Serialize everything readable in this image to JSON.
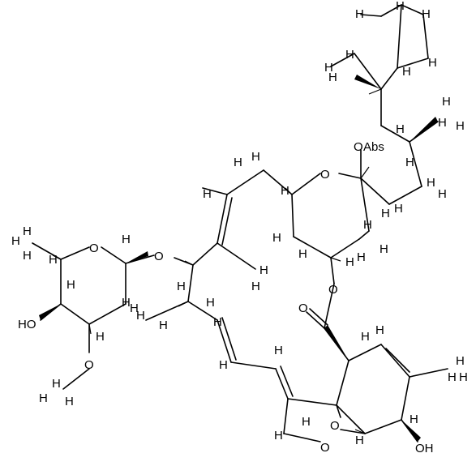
{
  "molecule": {
    "labels": {
      "O": "O",
      "H": "H",
      "HO": "HO",
      "OH": "OH",
      "Abs": "Abs"
    },
    "atoms": [
      {
        "id": "o_pyr_top",
        "label": "O"
      },
      {
        "id": "o_glyc",
        "label": "O"
      },
      {
        "id": "o_ome",
        "label": "O"
      },
      {
        "id": "ho_sugar",
        "label": "HO"
      },
      {
        "id": "o_spiro_ring",
        "label": "O"
      },
      {
        "id": "o_spiro_abs",
        "label": "O"
      },
      {
        "id": "abs_label",
        "label": "Abs"
      },
      {
        "id": "o_ester",
        "label": "O"
      },
      {
        "id": "o_carbonyl",
        "label": "O"
      },
      {
        "id": "o_furan_1",
        "label": "O"
      },
      {
        "id": "o_furan_2",
        "label": "O"
      },
      {
        "id": "oh_bottom",
        "label": "OH"
      }
    ],
    "colors": {
      "bond": "#000000",
      "background": "#ffffff"
    }
  }
}
